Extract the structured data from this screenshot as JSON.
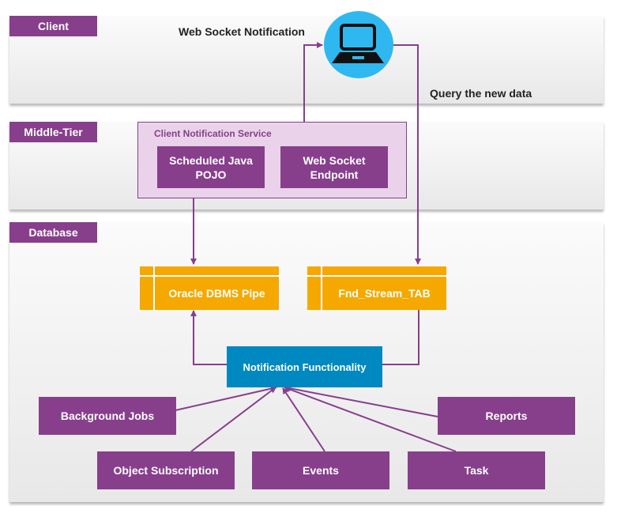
{
  "lanes": {
    "client": {
      "label": "Client"
    },
    "middle_tier": {
      "label": "Middle-Tier"
    },
    "database": {
      "label": "Database"
    }
  },
  "labels": {
    "web_socket_notification": "Web Socket Notification",
    "query_new_data": "Query the new data"
  },
  "client_node": {
    "icon": "laptop-icon"
  },
  "client_notification_service": {
    "title": "Client Notification Service",
    "components": [
      {
        "label": "Scheduled Java POJO"
      },
      {
        "label": "Web Socket Endpoint"
      }
    ]
  },
  "tables": [
    {
      "label": "Oracle DBMS Pipe"
    },
    {
      "label": "Fnd_Stream_TAB"
    }
  ],
  "notification_functionality": {
    "label": "Notification Functionality"
  },
  "sources": [
    {
      "label": "Background Jobs"
    },
    {
      "label": "Reports"
    },
    {
      "label": "Object Subscription"
    },
    {
      "label": "Events"
    },
    {
      "label": "Task"
    }
  ],
  "colors": {
    "purple": "#873f8c",
    "service_bg": "#ead3ea",
    "table_orange": "#f5a800",
    "notification_blue": "#0088c0",
    "client_circle": "#2fb8ef"
  }
}
